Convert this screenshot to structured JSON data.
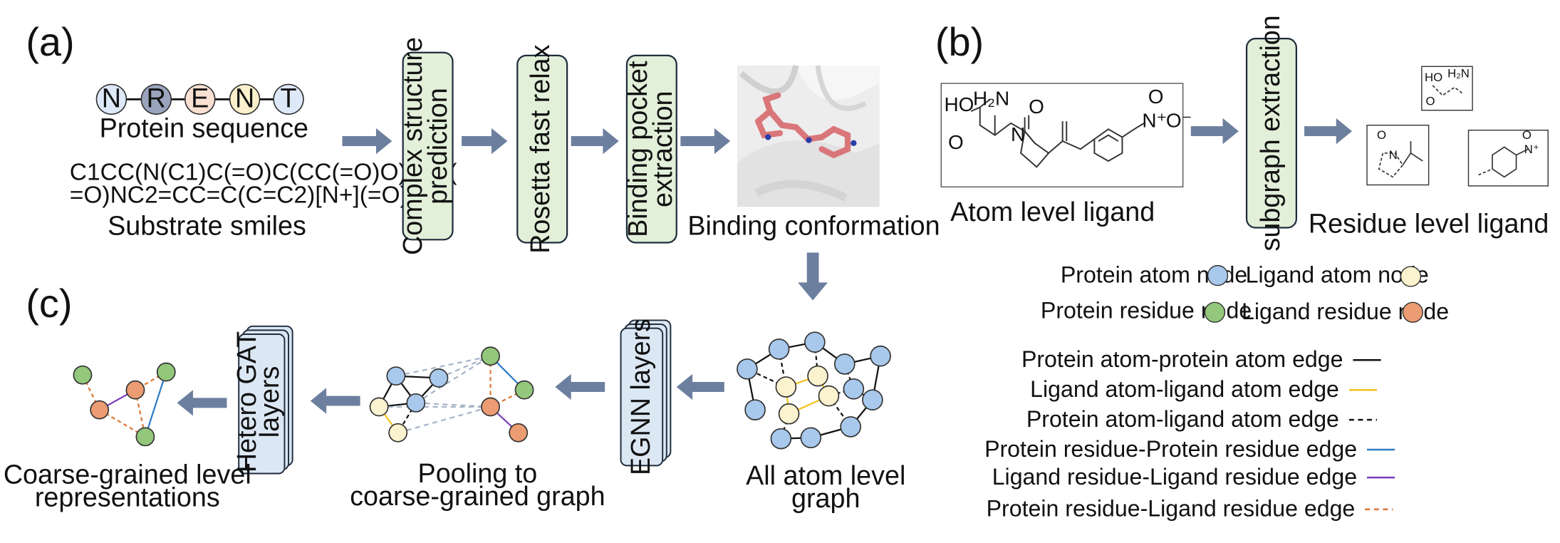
{
  "panels": {
    "a": "(a)",
    "b": "(b)",
    "c": "(c)"
  },
  "sequence": {
    "residues": [
      "N",
      "R",
      "E",
      "N",
      "T"
    ],
    "colors": [
      "#dde9f8",
      "#9aa4bd",
      "#f8e0d2",
      "#fbf0cc",
      "#dde9f8"
    ],
    "label": "Protein sequence"
  },
  "smiles": {
    "line1": "C1CC(N(C1)C(=O)C(CC(=O)O)N)C(",
    "line2": "=O)NC2=CC=C(C=C2)[N+](=O)[O-]",
    "label": "Substrate smiles"
  },
  "pipeline": {
    "box1_line1": "Complex structure",
    "box1_line2": "prediction",
    "box2": "Rosetta fast relax",
    "box3_line1": "Binding pocket",
    "box3_line2": "extraction",
    "binding_label": "Binding conformation"
  },
  "panel_b": {
    "atom_label": "Atom level  ligand",
    "subgraph_box": "subgraph extraction",
    "residue_label": "Residue level ligand",
    "chem": {
      "ho": "HO",
      "h2n": "H₂N",
      "o": "O",
      "n": "N",
      "nplus": "N⁺",
      "ominus": "O⁻"
    }
  },
  "legend": {
    "nodes": [
      {
        "label": "Protein atom node",
        "color": "#a8c8ec"
      },
      {
        "label": "Ligand atom node",
        "color": "#fbf2cf"
      },
      {
        "label": "Protein residue node",
        "color": "#93c77b"
      },
      {
        "label": "Ligand residue node",
        "color": "#eb9c72"
      }
    ],
    "edges": [
      {
        "label": "Protein atom-protein atom edge",
        "color": "#111111",
        "dashed": false
      },
      {
        "label": "Ligand atom-ligand atom edge",
        "color": "#f2c21d",
        "dashed": false
      },
      {
        "label": "Protein atom-ligand atom edge",
        "color": "#111111",
        "dashed": true
      },
      {
        "label": "Protein residue-Protein residue edge",
        "color": "#2e7cc4",
        "dashed": false
      },
      {
        "label": "Ligand residue-Ligand residue edge",
        "color": "#7a3fb8",
        "dashed": false
      },
      {
        "label": "Protein residue-Ligand residue edge",
        "color": "#dd7a3a",
        "dashed": true
      }
    ]
  },
  "panel_c": {
    "all_atom_line1": "All atom level",
    "all_atom_line2": "graph",
    "egnn_line1": "EGNN layers",
    "pooling_line1": "Pooling to",
    "pooling_line2": "coarse-grained graph",
    "gat_line1": "Hetero GAT",
    "gat_line2": "layers",
    "coarse_line1": "Coarse-grained level",
    "coarse_line2": "representations"
  },
  "colors": {
    "box_fill": "#e2efd9",
    "box_stroke": "#1f2d3d",
    "layer_fill": "#dce7f4",
    "arrow": "#6c7f9e",
    "ligand_stick": "#d9767a"
  }
}
